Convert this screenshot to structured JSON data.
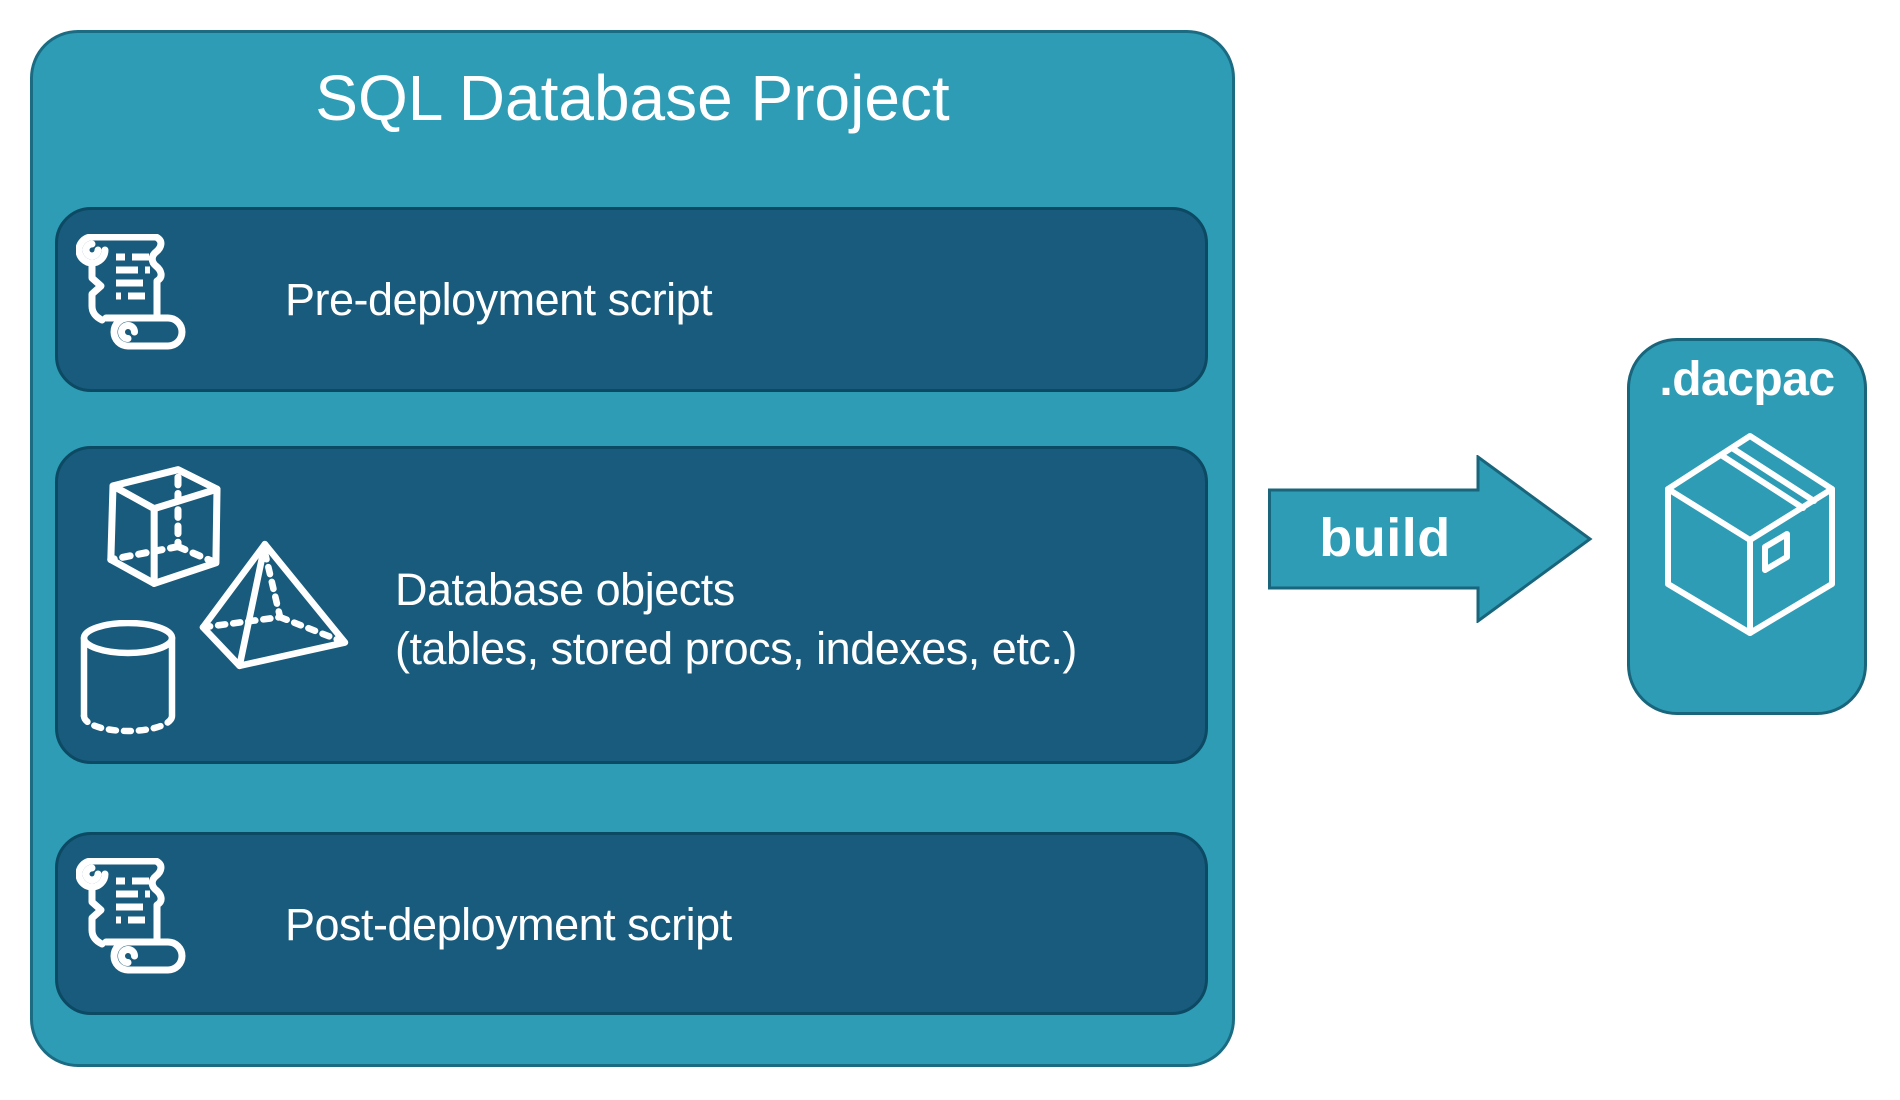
{
  "colors": {
    "teal_fill": "#2E9CB5",
    "teal_border": "#1B6C83",
    "panel_fill": "#185B7C",
    "panel_border": "#0C4963",
    "arrow_border": "#19657C",
    "text": "#FFFFFF",
    "background": "#FFFFFF"
  },
  "project": {
    "title": "SQL Database Project",
    "items": [
      {
        "label": "Pre-deployment script",
        "icon": "scroll-icon"
      },
      {
        "line1": "Database objects",
        "line2": "(tables, stored procs, indexes, etc.)",
        "icons": [
          "cube-icon",
          "pyramid-icon",
          "cylinder-icon"
        ]
      },
      {
        "label": "Post-deployment script",
        "icon": "scroll-icon"
      }
    ]
  },
  "arrow": {
    "label": "build"
  },
  "output": {
    "label": ".dacpac",
    "icon": "package-icon"
  }
}
